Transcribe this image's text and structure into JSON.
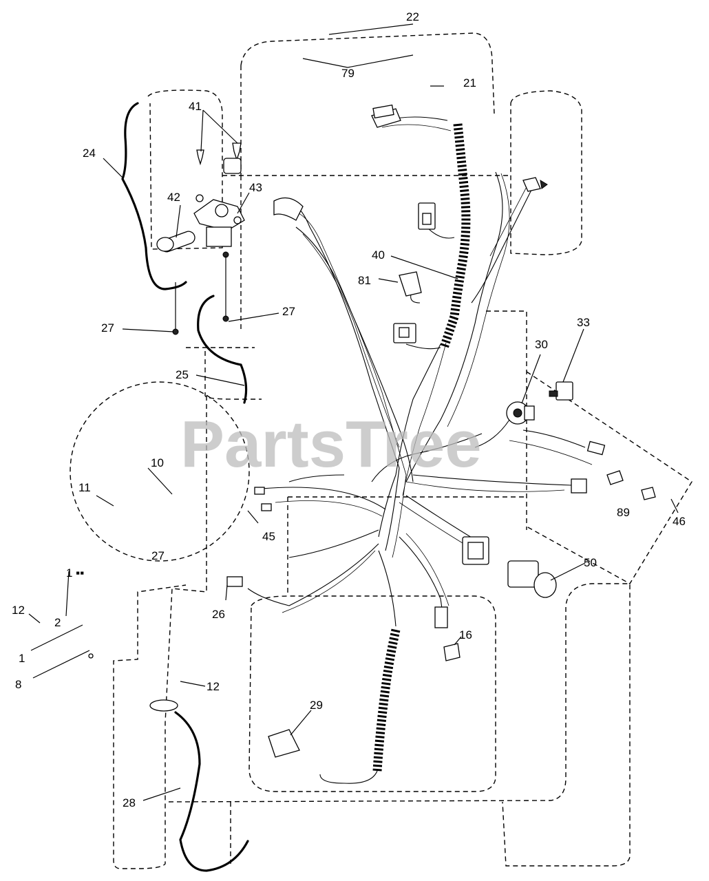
{
  "watermark": "PartsTree",
  "callouts": {
    "c22": "22",
    "c79": "79",
    "c21": "21",
    "c41": "41",
    "c24": "24",
    "c42": "42",
    "c43": "43",
    "c40": "40",
    "c81": "81",
    "c27a": "27",
    "c27b": "27",
    "c33": "33",
    "c30": "30",
    "c25": "25",
    "c10": "10",
    "c11": "11",
    "c45": "45",
    "c89": "89",
    "c46": "46",
    "c27c": "27",
    "c50": "50",
    "c12a": "12",
    "c2": "2",
    "c26": "26",
    "c16": "16",
    "c1": "1",
    "c8": "8",
    "c12b": "12",
    "c29": "29",
    "c28": "28",
    "c1mark": "1 ▪▪"
  }
}
